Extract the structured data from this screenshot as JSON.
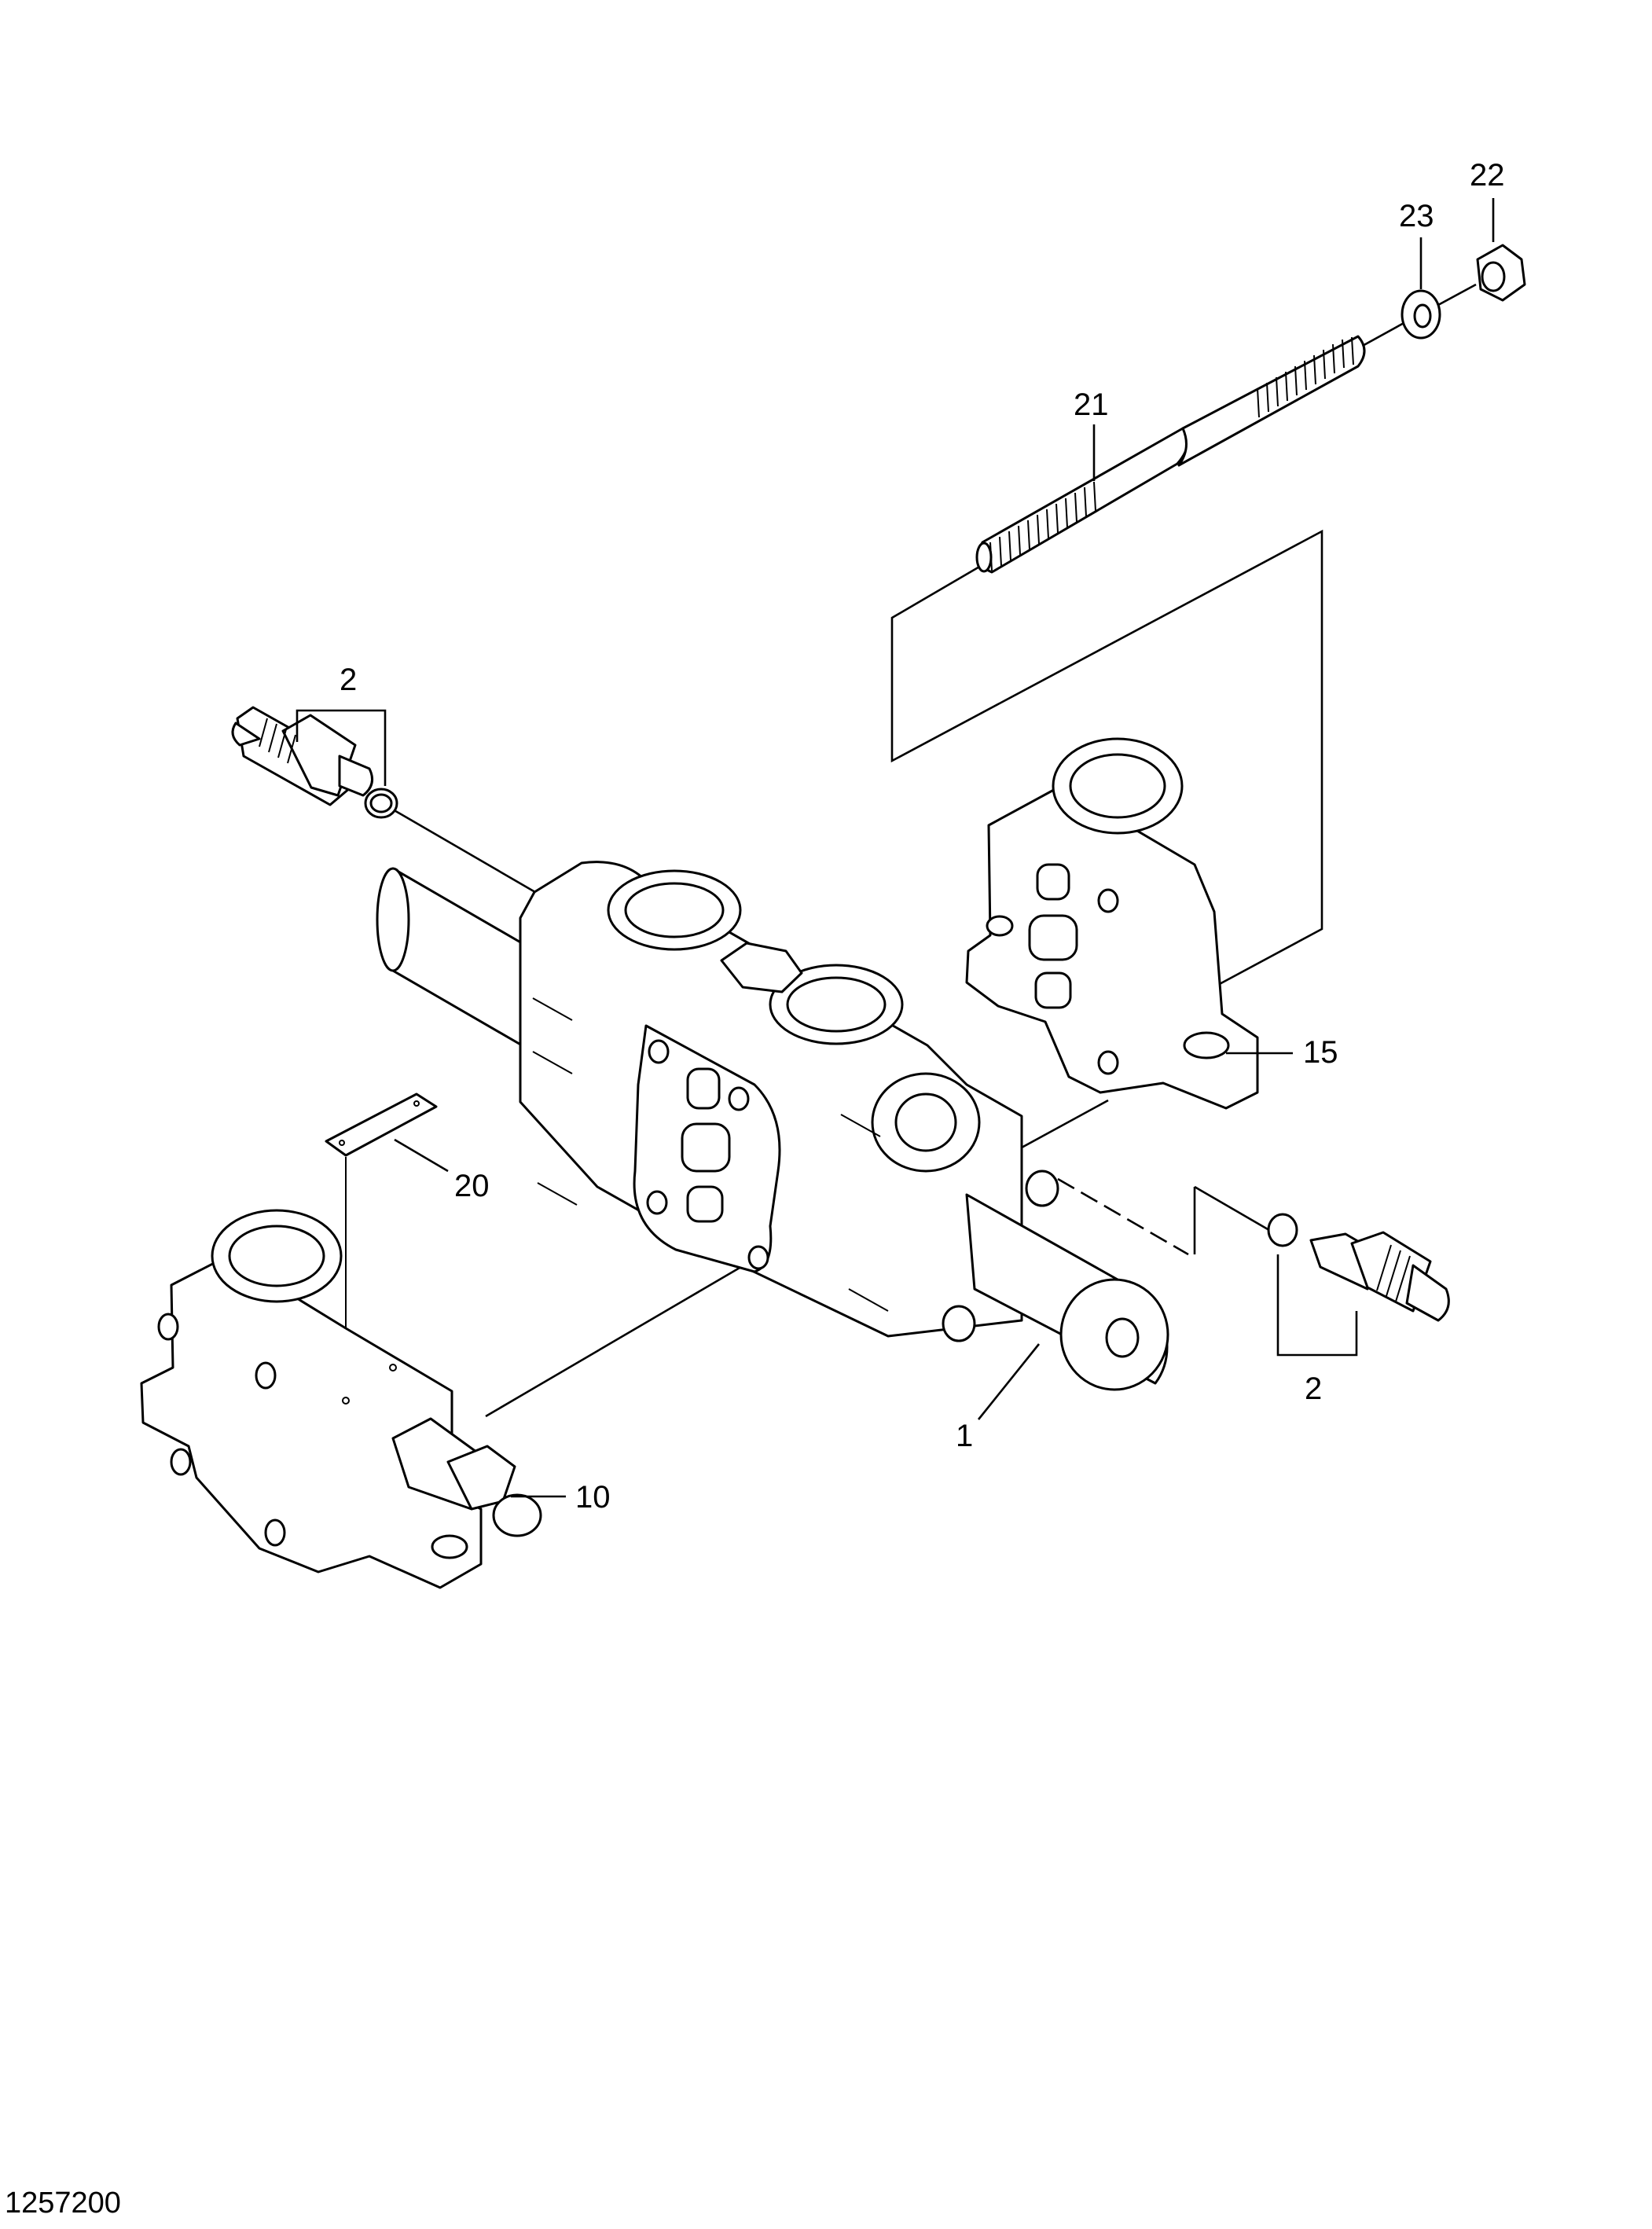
{
  "diagram": {
    "callouts": [
      {
        "id": "c22",
        "text": "22"
      },
      {
        "id": "c23",
        "text": "23"
      },
      {
        "id": "c21",
        "text": "21"
      },
      {
        "id": "c2a",
        "text": "2"
      },
      {
        "id": "c15",
        "text": "15"
      },
      {
        "id": "c20",
        "text": "20"
      },
      {
        "id": "c2b",
        "text": "2"
      },
      {
        "id": "c1",
        "text": "1"
      },
      {
        "id": "c10",
        "text": "10"
      }
    ],
    "reference_number": "1257200"
  }
}
